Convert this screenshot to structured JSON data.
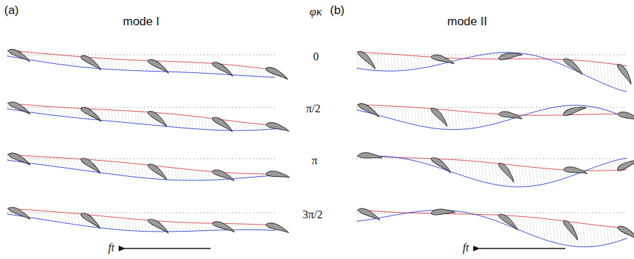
{
  "diagram": {
    "labels": [
      "(a)",
      "mode I",
      "φκ",
      "0",
      "π/2",
      "π",
      "3π/2",
      "(b)",
      "mode II",
      "ft",
      "ft"
    ]
  }
}
